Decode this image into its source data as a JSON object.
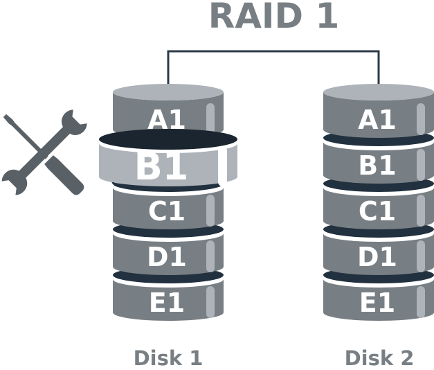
{
  "title": "RAID 1",
  "colors": {
    "segment_body": "#787f84",
    "segment_top": "#adb3b9",
    "segment_highlight": "#adb3b9",
    "segment_gap": "#22313f",
    "failed_ring": "#adb3b9",
    "failed_ring_shadow": "#1b2530",
    "connector": "#2c3a47",
    "tool_icon": "#5a6166",
    "label_text": "#787f84"
  },
  "connector": {
    "label": "mirror-link"
  },
  "tool_icon": {
    "name": "wrench-screwdriver-icon",
    "meaning": "repair"
  },
  "disks": [
    {
      "label": "Disk 1",
      "segments": [
        {
          "label": "A1",
          "state": "normal"
        },
        {
          "label": "B1",
          "state": "being-repaired"
        },
        {
          "label": "C1",
          "state": "normal"
        },
        {
          "label": "D1",
          "state": "normal"
        },
        {
          "label": "E1",
          "state": "normal"
        }
      ]
    },
    {
      "label": "Disk 2",
      "segments": [
        {
          "label": "A1",
          "state": "normal"
        },
        {
          "label": "B1",
          "state": "normal"
        },
        {
          "label": "C1",
          "state": "normal"
        },
        {
          "label": "D1",
          "state": "normal"
        },
        {
          "label": "E1",
          "state": "normal"
        }
      ]
    }
  ]
}
